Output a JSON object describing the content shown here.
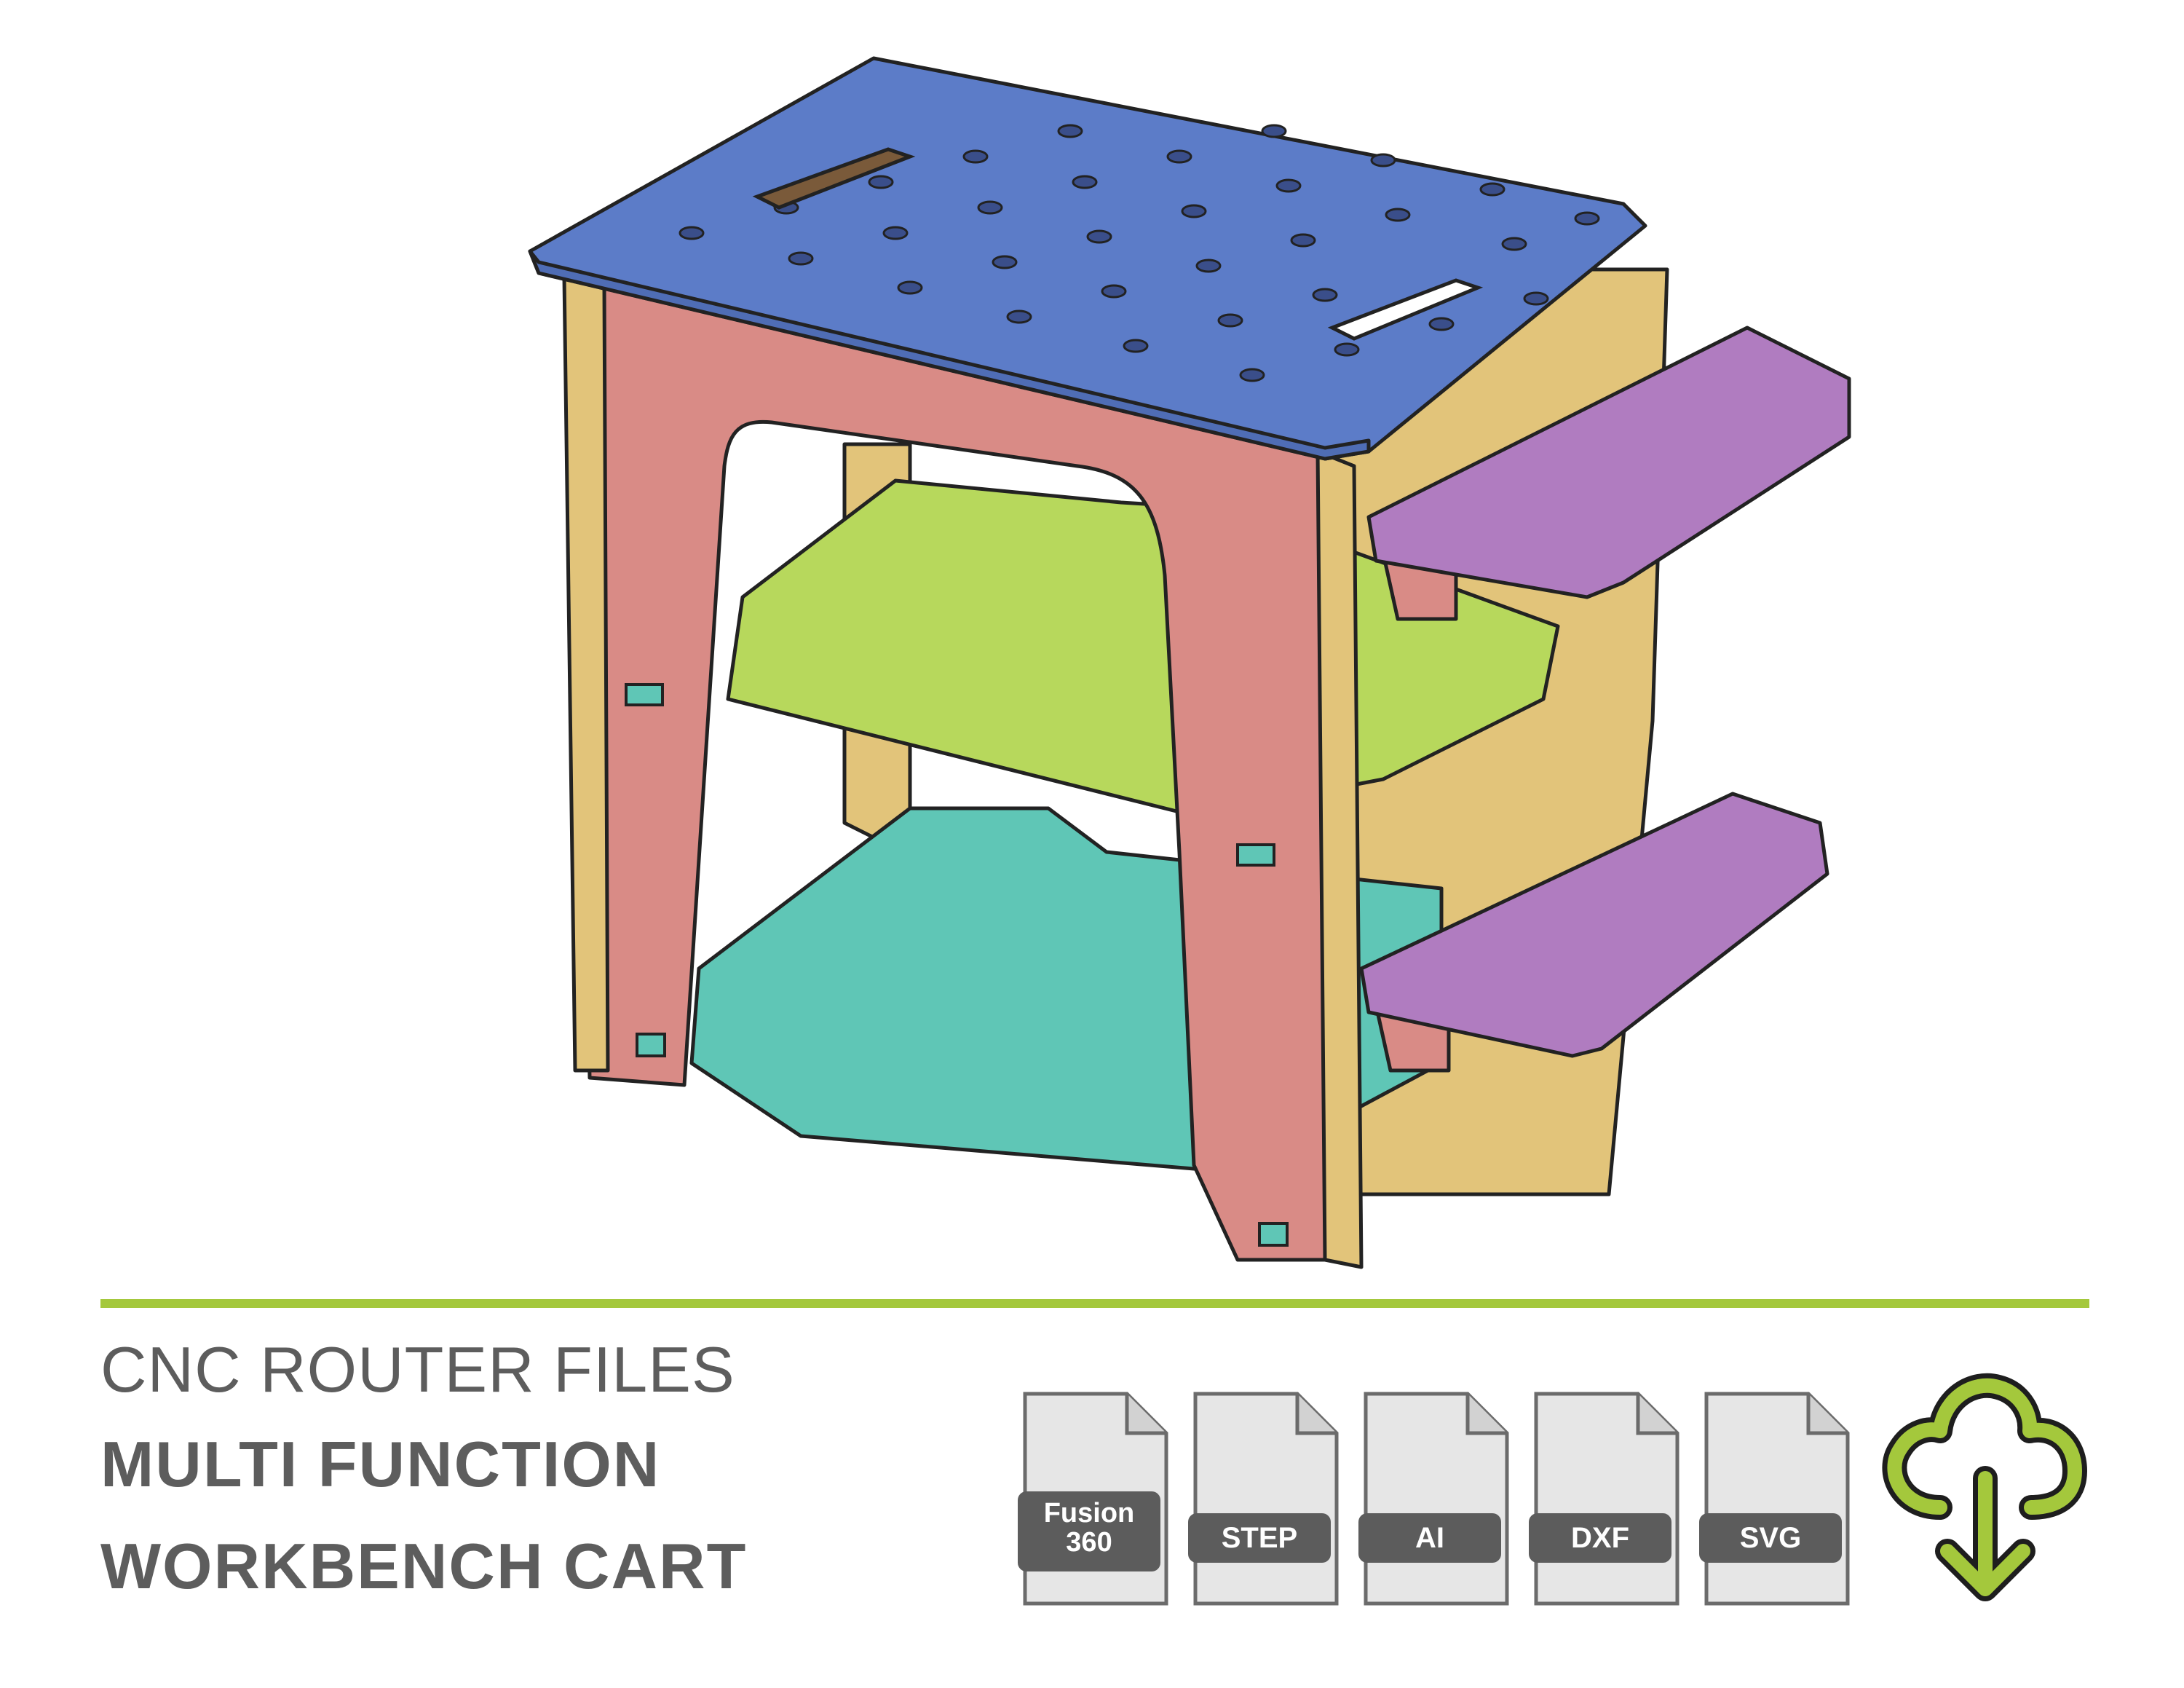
{
  "heading": {
    "line1": "CNC ROUTER FILES",
    "line2": "MULTI FUNCTION",
    "line3": "WORKBENCH CART"
  },
  "file_formats": [
    {
      "label_line1": "Fusion",
      "label_line2": "360",
      "icon": "document-icon"
    },
    {
      "label_line1": "STEP",
      "label_line2": "",
      "icon": "document-icon"
    },
    {
      "label_line1": "AI",
      "label_line2": "",
      "icon": "document-icon"
    },
    {
      "label_line1": "DXF",
      "label_line2": "",
      "icon": "document-icon"
    },
    {
      "label_line1": "SVG",
      "label_line2": "",
      "icon": "document-icon"
    }
  ],
  "download_icon": "cloud-download-icon",
  "colors": {
    "accent": "#a4c83c",
    "text": "#5d5d5d",
    "top_panel": "#5c7cc8",
    "side_panel": "#d98b86",
    "back_panel": "#e2c47a",
    "middle_shelf": "#b7d85c",
    "bottom_shelf": "#5fc6b6",
    "side_shelves": "#b07cc0"
  }
}
